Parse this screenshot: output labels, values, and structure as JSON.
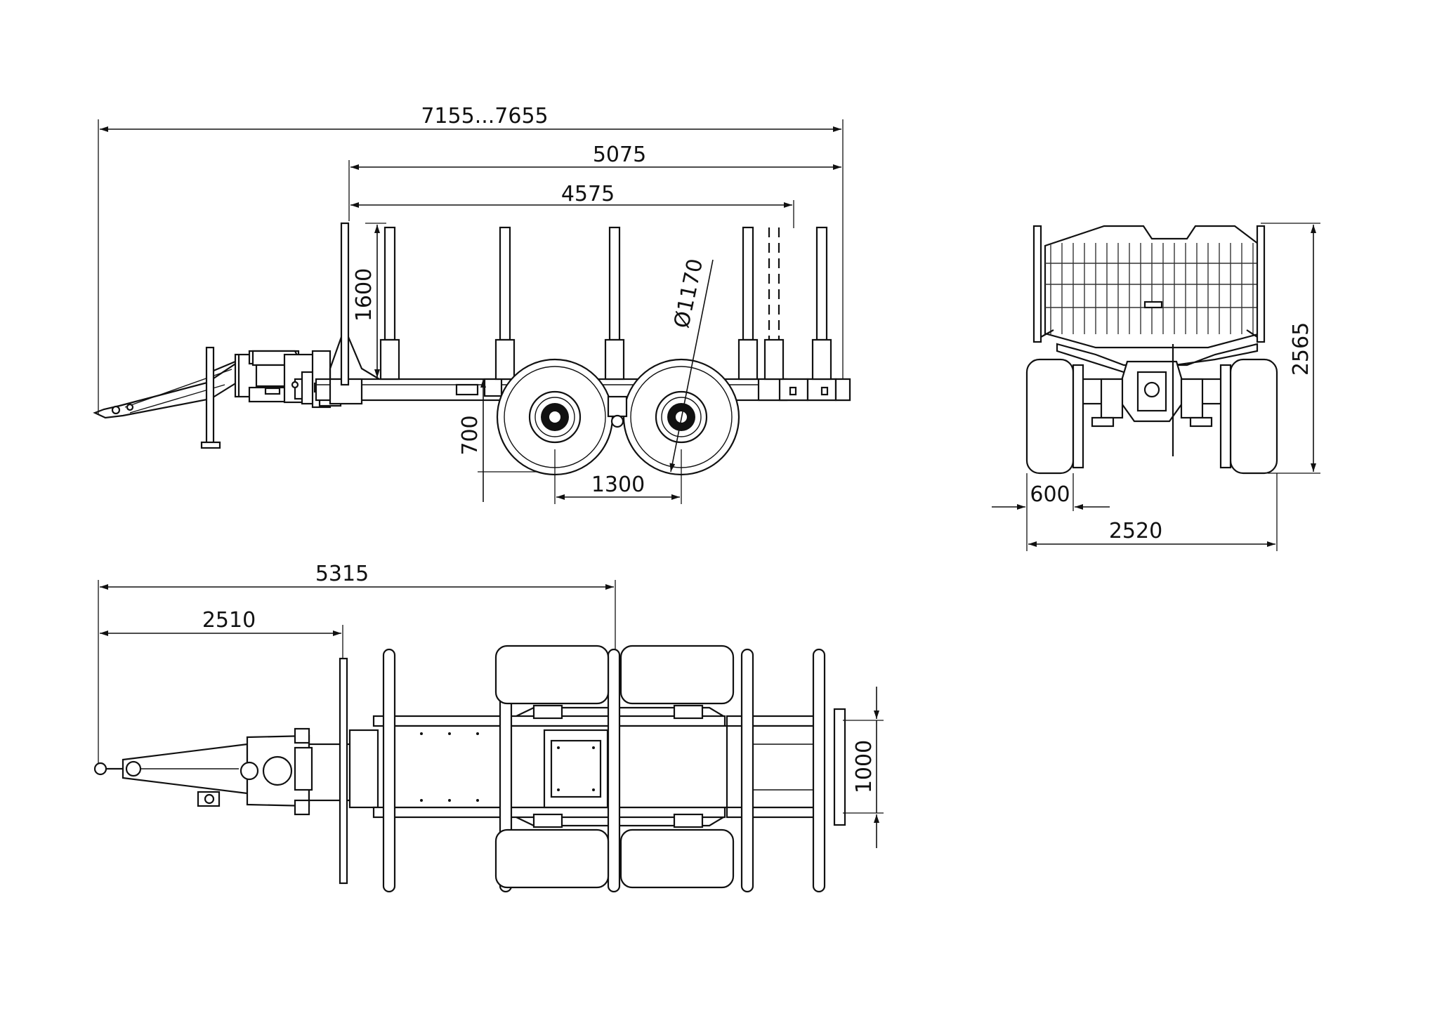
{
  "dimensions": {
    "overall_length": "7155...7655",
    "bunk_span_outer": "5075",
    "bunk_span_inner": "4575",
    "stake_height": "1600",
    "wheel_diameter": "Ø1170",
    "ground_clearance": "700",
    "axle_spacing": "1300",
    "drawbar_length": "5315",
    "drawbar_to_bunk": "2510",
    "frame_width": "1000",
    "total_height": "2565",
    "tyre_width": "600",
    "total_width": "2520"
  }
}
